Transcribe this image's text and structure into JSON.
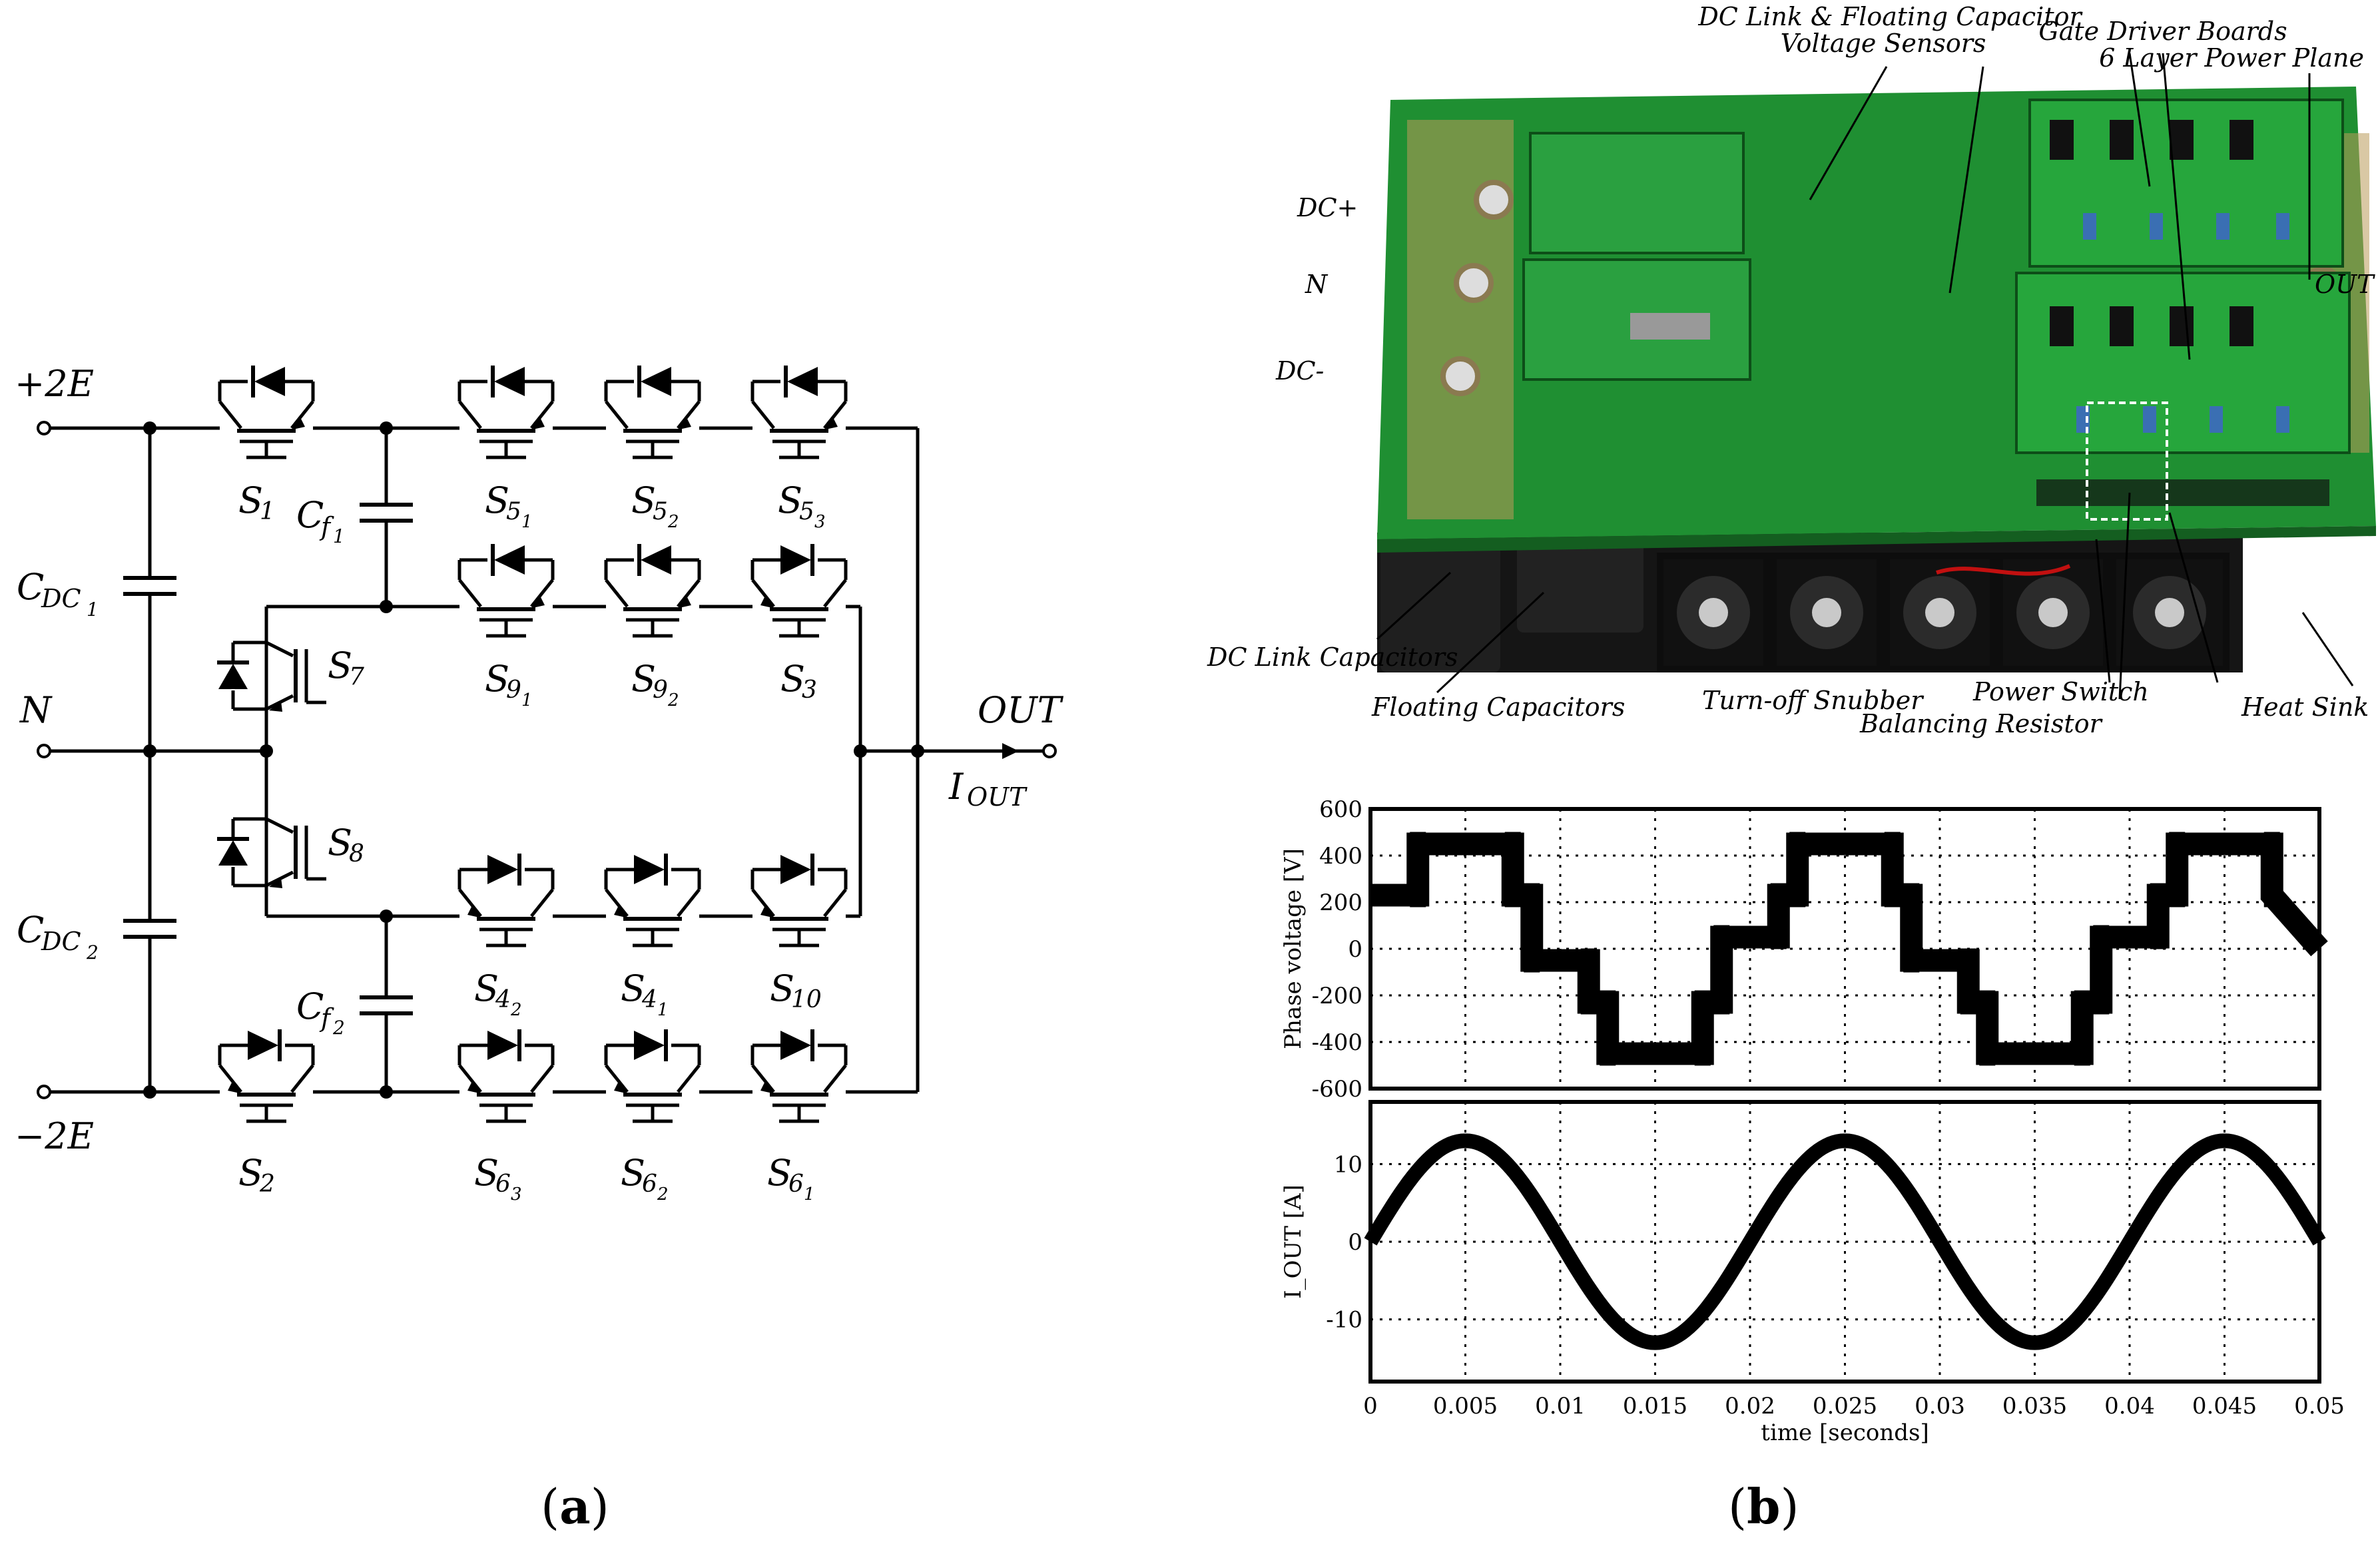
{
  "panel_a": {
    "caption": "a",
    "rail_labels": {
      "top": "+2E",
      "neutral": "N",
      "bottom": "−2E",
      "out": "OUT",
      "iout": "I",
      "iout_sub": "OUT"
    },
    "capacitors": [
      {
        "name": "C",
        "sub": "DC",
        "subsub": "1"
      },
      {
        "name": "C",
        "sub": "DC",
        "subsub": "2"
      },
      {
        "name": "C",
        "sub": "f",
        "subsub": "1"
      },
      {
        "name": "C",
        "sub": "f",
        "subsub": "2"
      }
    ],
    "switches": [
      {
        "name": "S",
        "sub": "1"
      },
      {
        "name": "S",
        "sub": "5",
        "subsub": "1"
      },
      {
        "name": "S",
        "sub": "5",
        "subsub": "2"
      },
      {
        "name": "S",
        "sub": "5",
        "subsub": "3"
      },
      {
        "name": "S",
        "sub": "9",
        "subsub": "1"
      },
      {
        "name": "S",
        "sub": "9",
        "subsub": "2"
      },
      {
        "name": "S",
        "sub": "3"
      },
      {
        "name": "S",
        "sub": "7"
      },
      {
        "name": "S",
        "sub": "8"
      },
      {
        "name": "S",
        "sub": "4",
        "subsub": "2"
      },
      {
        "name": "S",
        "sub": "4",
        "subsub": "1"
      },
      {
        "name": "S",
        "sub": "10"
      },
      {
        "name": "S",
        "sub": "2"
      },
      {
        "name": "S",
        "sub": "6",
        "subsub": "3"
      },
      {
        "name": "S",
        "sub": "6",
        "subsub": "2"
      },
      {
        "name": "S",
        "sub": "6",
        "subsub": "1"
      }
    ]
  },
  "panel_b": {
    "caption": "b",
    "photo_annotations": [
      "DC Link & Floating Capacitor",
      "Voltage Sensors",
      "Gate Driver Boards",
      "6 Layer Power Plane",
      "DC+",
      "N",
      "DC-",
      "OUT",
      "DC Link Capacitors",
      "Floating Capacitors",
      "Turn-off Snubber",
      "Balancing Resistor",
      "Power Switch",
      "Heat Sink"
    ]
  },
  "chart_data": [
    {
      "type": "line",
      "title": "",
      "xlabel": "",
      "ylabel": "Phase voltage [V]",
      "xlim": [
        0,
        0.05
      ],
      "ylim": [
        -600,
        600
      ],
      "yticks": [
        "600",
        "400",
        "200",
        "0",
        "-200",
        "-400",
        "-600"
      ],
      "grid": true,
      "description_series": "five-level staircase, period 0.02 s",
      "series": [
        {
          "x": [
            0,
            0.0025,
            0.0025,
            0.0075,
            0.0075,
            0.0085,
            0.0085,
            0.0115,
            0.0115,
            0.0125,
            0.0125,
            0.0175,
            0.0175,
            0.0185,
            0.0185,
            0.0215,
            0.0215,
            0.0225,
            0.0225,
            0.0275,
            0.0275,
            0.0285,
            0.0285,
            0.0315,
            0.0315,
            0.0325,
            0.0325,
            0.0375,
            0.0375,
            0.0385,
            0.0385,
            0.0415,
            0.0415,
            0.0425,
            0.0425,
            0.0475,
            0.0475,
            0.05
          ],
          "y": [
            230,
            230,
            450,
            450,
            230,
            230,
            -50,
            -50,
            -230,
            -230,
            -450,
            -450,
            -230,
            -230,
            50,
            50,
            230,
            230,
            450,
            450,
            230,
            230,
            -50,
            -50,
            -230,
            -230,
            -450,
            -450,
            -230,
            -230,
            50,
            50,
            230,
            230,
            450,
            450,
            230,
            0
          ]
        }
      ]
    },
    {
      "type": "line",
      "title": "",
      "xlabel": "time [seconds]",
      "ylabel": "I_OUT [A]",
      "xlim": [
        0,
        0.05
      ],
      "ylim": [
        -18,
        18
      ],
      "xticks": [
        "0",
        "0.005",
        "0.01",
        "0.015",
        "0.02",
        "0.025",
        "0.03",
        "0.035",
        "0.04",
        "0.045",
        "0.05"
      ],
      "yticks": [
        "10",
        "0",
        "-10"
      ],
      "grid": true,
      "series": [
        {
          "amplitude": 13,
          "period": 0.02,
          "phase": 0,
          "x_range": [
            0,
            0.05
          ]
        }
      ]
    }
  ]
}
